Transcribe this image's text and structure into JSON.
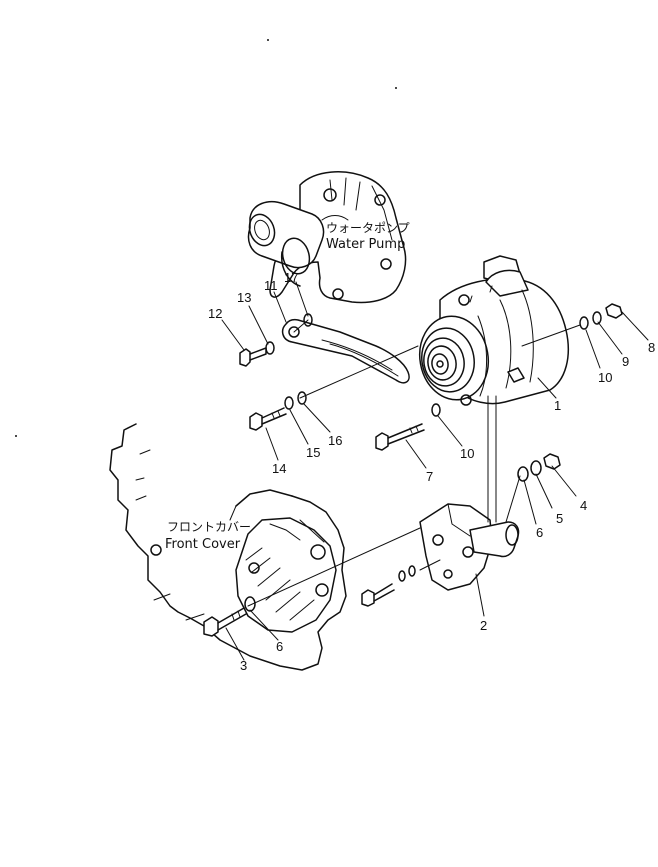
{
  "labels": {
    "water_pump_jp": "ウォータポンプ",
    "water_pump_en": "Water Pump",
    "front_cover_jp": "フロントカバー",
    "front_cover_en": "Front Cover"
  },
  "callouts": [
    "1",
    "2",
    "3",
    "4",
    "5",
    "6",
    "6",
    "7",
    "8",
    "9",
    "10",
    "10",
    "11",
    "12",
    "13",
    "14",
    "15",
    "16",
    "17"
  ]
}
